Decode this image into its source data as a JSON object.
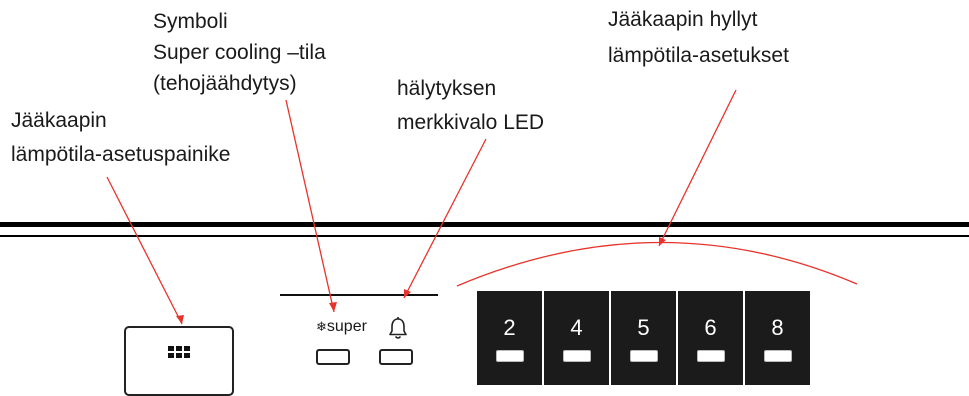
{
  "labels": {
    "symbol_line1": "Symboli",
    "symbol_line2": "Super cooling –tila",
    "symbol_line3": "(tehojäähdytys)",
    "alarm_line1": "hälytyksen",
    "alarm_line2": "merkkivalo LED",
    "button_line1": "Jääkaapin",
    "button_line2": "lämpötila-asetuspainike",
    "shelves_line1": "Jääkaapin hyllyt",
    "shelves_line2": "lämpötila-asetukset"
  },
  "panel": {
    "super_flake": "❄",
    "super_label": "super",
    "shelf_values": [
      "2",
      "4",
      "5",
      "6",
      "8"
    ]
  },
  "colors": {
    "callout_line": "#e8332d",
    "panel_dark": "#1b1b1b",
    "text": "#1a1a1a"
  },
  "icons": [
    "keypad-grid-icon",
    "snowflake-icon",
    "bell-icon"
  ]
}
